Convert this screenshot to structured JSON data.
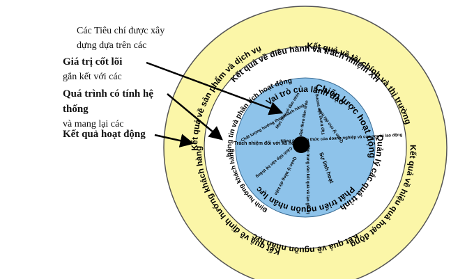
{
  "annotation": {
    "line1": "Các Tiêu chí được xây",
    "line2": "dựng dựa trên các",
    "line3": "Giá trị cốt lõi",
    "line4": "gắn kết với các",
    "line5": "Quá trình có tính hệ",
    "line6": "thống",
    "line7": "và mang lại các",
    "line8": "Kết quả hoạt động"
  },
  "outer_ring": {
    "color": "#fbf6a8",
    "items": [
      "Kết quả về điều hành và trách nhiệm XH",
      "Kết quả về tài chính và thị trường",
      "Kết quả về hiệu quả hoạt động",
      "Kết quả về nguồn nhân lực",
      "Kết quả về định hướng khách hàng",
      "Kết quả về sản phẩm và dịch vụ"
    ]
  },
  "white_ring": {
    "items": [
      "Vai trò của lãnh đạo",
      "Chiến lược hoạt động",
      "Quản lý các quá trình",
      "Phát triển nguồn nhân lực",
      "Định hướng khách hàng",
      "Thông tin và phân tích hoạt động"
    ]
  },
  "blue_disc": {
    "color": "#8ec3ea",
    "items": [
      "Lãnh đạo theo tầm nhìn",
      "Mục tiêu có tầm nhìn",
      "Tập trung vào tương lai",
      "Quản lý cho đổi mới",
      "Năng cao kiến thức của doanh nghiệp và của người lao động",
      "Sự linh hoạt",
      "Tập trung vào kết quả và tạo giá trị",
      "Quản lý bằng dữ kiện",
      "Cách tiếp cận hệ thống",
      "Trách nhiệm đối với xã hội",
      "Chất lượng hướng theo khách hàng"
    ]
  }
}
